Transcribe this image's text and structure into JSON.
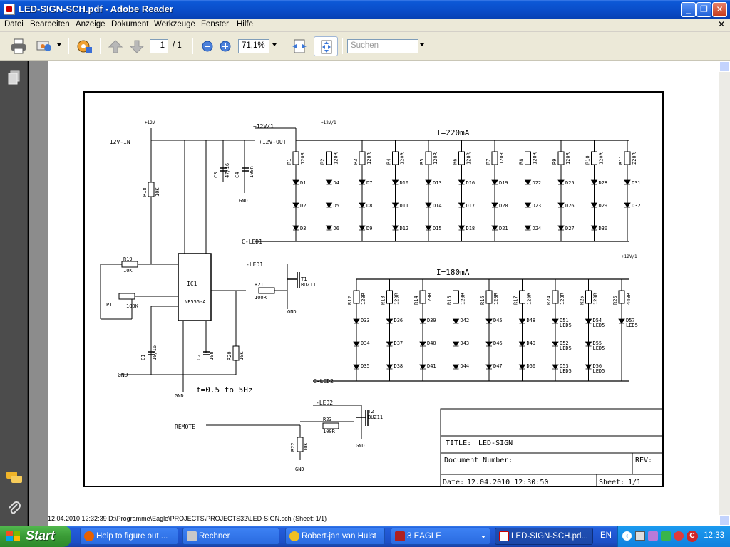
{
  "window": {
    "title": "LED-SIGN-SCH.pdf - Adobe Reader"
  },
  "menu": [
    "Datei",
    "Bearbeiten",
    "Anzeige",
    "Dokument",
    "Werkzeuge",
    "Fenster",
    "Hilfe"
  ],
  "toolbar": {
    "page_current": "1",
    "page_total": "/ 1",
    "zoom": "71,1%",
    "search_placeholder": "Suchen"
  },
  "schematic": {
    "current_top": "I=220mA",
    "current_bottom": "I=180mA",
    "frequency": "f=0.5 to 5Hz",
    "net_12v_in": "+12V-IN",
    "net_12v_out": "+12V-OUT",
    "net_12v": "+12V",
    "net_12v1": "+12V/1",
    "net_cled1": "C-LED1",
    "net_cled2": "C-LED2",
    "net_led1": "-LED1",
    "net_led2": "-LED2",
    "net_gnd": "GND",
    "net_remote": "REMOTE",
    "ic_name": "IC1",
    "ic_part": "NE555-A",
    "t1": "T1",
    "t1_part": "BUZ11",
    "t2": "T2",
    "t2_part": "BUZ11",
    "r_top": [
      "R1",
      "R2",
      "R3",
      "R4",
      "R5",
      "R6",
      "R7",
      "R8",
      "R9",
      "R10",
      "R11"
    ],
    "r_top_val": [
      "120R",
      "120R",
      "120R",
      "120R",
      "120R",
      "120R",
      "120R",
      "120R",
      "120R",
      "120R",
      "220R"
    ],
    "d_top": [
      [
        "D1",
        "D2",
        "D3"
      ],
      [
        "D4",
        "D5",
        "D6"
      ],
      [
        "D7",
        "D8",
        "D9"
      ],
      [
        "D10",
        "D11",
        "D12"
      ],
      [
        "D13",
        "D14",
        "D15"
      ],
      [
        "D16",
        "D17",
        "D18"
      ],
      [
        "D19",
        "D20",
        "D21"
      ],
      [
        "D22",
        "D23",
        "D24"
      ],
      [
        "D25",
        "D26",
        "D27"
      ],
      [
        "D28",
        "D29",
        "D30"
      ],
      [
        "D31",
        "D32",
        ""
      ]
    ],
    "r_bot": [
      "R12",
      "R13",
      "R14",
      "R15",
      "R16",
      "R17",
      "R24",
      "R25",
      "R26"
    ],
    "r_bot_val": [
      "120R",
      "120R",
      "120R",
      "120R",
      "120R",
      "120R",
      "120R",
      "120R",
      "440R"
    ],
    "d_bot": [
      [
        "D33",
        "D34",
        "D35"
      ],
      [
        "D36",
        "D37",
        "D38"
      ],
      [
        "D39",
        "D40",
        "D41"
      ],
      [
        "D42",
        "D43",
        "D44"
      ],
      [
        "D45",
        "D46",
        "D47"
      ],
      [
        "D48",
        "D49",
        "D50"
      ],
      [
        "D51\nLED5",
        "D52\nLED5",
        "D53\nLED5"
      ],
      [
        "D54\nLED5",
        "D55\nLED5",
        "D56\nLED5"
      ],
      [
        "D57\nLED5",
        "",
        ""
      ]
    ],
    "r18": "R18",
    "r18_val": "10K",
    "r19": "R19",
    "r19_val": "10K",
    "p1": "P1",
    "p1_val": "100K",
    "r21": "R21",
    "r21_val": "100R",
    "r20": "R20",
    "r20_val": "10K",
    "r23": "R23",
    "r23_val": "100R",
    "r22": "R22",
    "r22_val": "10K",
    "c1": "C1",
    "c1_val": "10/16",
    "c2": "C2",
    "c2_val": "10n",
    "c3": "C3",
    "c3_val": "47/16",
    "c4": "C4",
    "c4_val": "100n",
    "title_label": "TITLE:",
    "title_value": "LED-SIGN",
    "docnum_label": "Document Number:",
    "rev_label": "REV:",
    "date_label": "Date:",
    "date_value": "12.04.2010 12:30:50",
    "sheet_label": "Sheet:",
    "sheet_value": "1/1"
  },
  "footer_line": "12.04.2010 12:32:39   D:\\Programme\\Eagle\\PROJECTS\\PROJECTS32\\LED-SIGN.sch (Sheet: 1/1)",
  "taskbar": {
    "start": "Start",
    "tasks": [
      "Help to figure out ...",
      "Rechner",
      "Robert-jan van Hulst",
      "3 EAGLE",
      "LED-SIGN-SCH.pd..."
    ],
    "lang": "EN",
    "clock": "12:33"
  }
}
